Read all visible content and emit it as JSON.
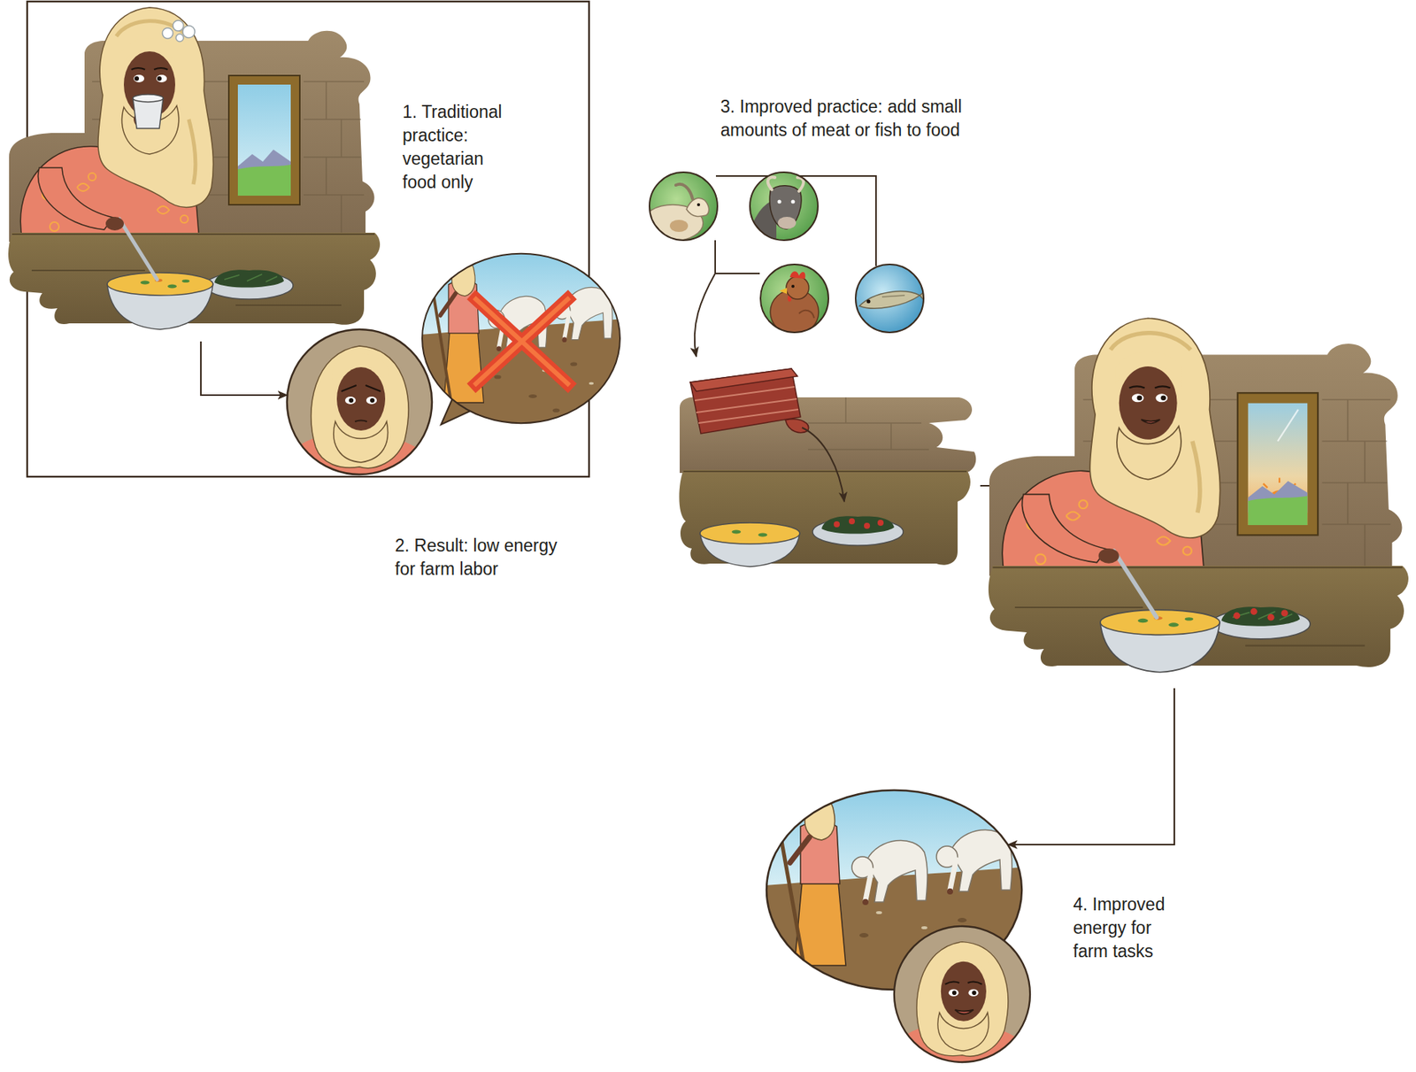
{
  "diagram": {
    "nodes": [
      {
        "text": [
          "1. Traditional practice: vegetarian food only"
        ]
      },
      {
        "text": [
          "2. Result: low energy for farm labor"
        ]
      },
      {
        "text": [
          "3. Improved practice: add small amounts of meat or fish to food"
        ]
      },
      {
        "text": [
          "4. Improved energy for farm tasks"
        ]
      }
    ],
    "edges": [
      {
        "from": 0,
        "to": 1,
        "arrow": "to"
      },
      {
        "from": 2,
        "to": 3,
        "arrow": "to"
      }
    ]
  }
}
